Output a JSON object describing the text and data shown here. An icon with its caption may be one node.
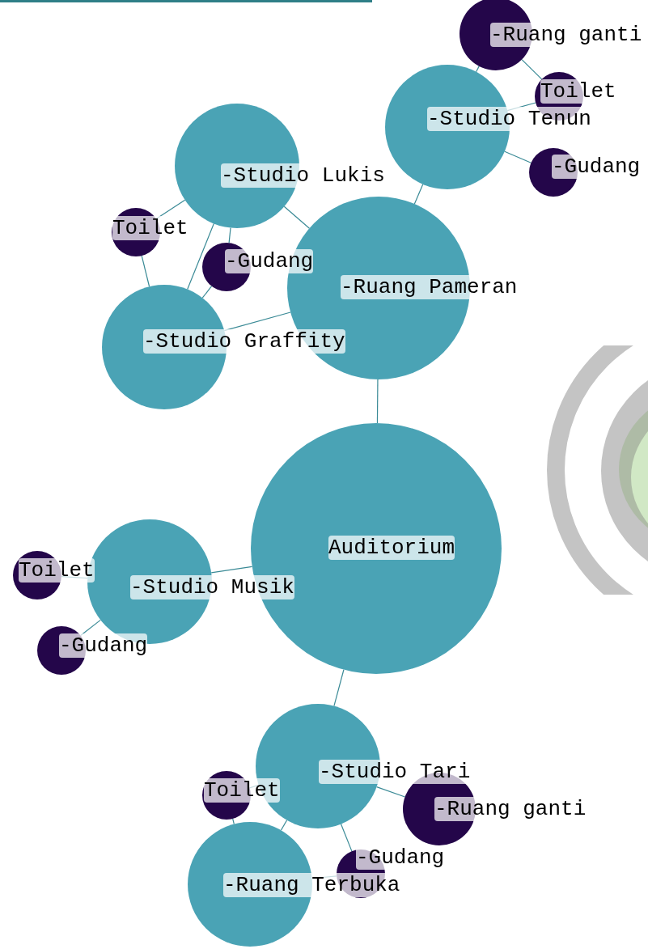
{
  "diagram": {
    "nodes": [
      {
        "text": [
          "Auditorium"
        ]
      },
      {
        "text": [
          "-Ruang Pameran"
        ]
      },
      {
        "text": [
          "-Studio Tenun"
        ]
      },
      {
        "text": [
          "-Ruang ganti"
        ]
      },
      {
        "text": [
          "Toilet"
        ]
      },
      {
        "text": [
          "-Gudang"
        ]
      },
      {
        "text": [
          "-Studio Lukis"
        ]
      },
      {
        "text": [
          "Toilet"
        ]
      },
      {
        "text": [
          "-Gudang"
        ]
      },
      {
        "text": [
          "-Studio Graffity"
        ]
      },
      {
        "text": [
          "-Studio Musik"
        ]
      },
      {
        "text": [
          "Toilet"
        ]
      },
      {
        "text": [
          "-Gudang"
        ]
      },
      {
        "text": [
          "-Studio Tari"
        ]
      },
      {
        "text": [
          "Toilet"
        ]
      },
      {
        "text": [
          "-Ruang ganti"
        ]
      },
      {
        "text": [
          "-Gudang"
        ]
      },
      {
        "text": [
          "-Ruang Terbuka"
        ]
      }
    ],
    "edges": [
      {
        "from": 0,
        "to": 1,
        "arrow": "none"
      },
      {
        "from": 1,
        "to": 2,
        "arrow": "none"
      },
      {
        "from": 2,
        "to": 3,
        "arrow": "none"
      },
      {
        "from": 3,
        "to": 4,
        "arrow": "none"
      },
      {
        "from": 4,
        "to": 2,
        "arrow": "none"
      },
      {
        "from": 2,
        "to": 5,
        "arrow": "none"
      },
      {
        "from": 1,
        "to": 6,
        "arrow": "none"
      },
      {
        "from": 6,
        "to": 7,
        "arrow": "none"
      },
      {
        "from": 6,
        "to": 8,
        "arrow": "none"
      },
      {
        "from": 6,
        "to": 9,
        "arrow": "none"
      },
      {
        "from": 7,
        "to": 9,
        "arrow": "none"
      },
      {
        "from": 8,
        "to": 9,
        "arrow": "none"
      },
      {
        "from": 9,
        "to": 1,
        "arrow": "none"
      },
      {
        "from": 0,
        "to": 10,
        "arrow": "none"
      },
      {
        "from": 10,
        "to": 11,
        "arrow": "none"
      },
      {
        "from": 10,
        "to": 12,
        "arrow": "none"
      },
      {
        "from": 0,
        "to": 13,
        "arrow": "none"
      },
      {
        "from": 13,
        "to": 14,
        "arrow": "none"
      },
      {
        "from": 13,
        "to": 15,
        "arrow": "none"
      },
      {
        "from": 13,
        "to": 16,
        "arrow": "none"
      },
      {
        "from": 13,
        "to": 17,
        "arrow": "none"
      },
      {
        "from": 14,
        "to": 17,
        "arrow": "none"
      },
      {
        "from": 17,
        "to": 16,
        "arrow": "none"
      }
    ]
  }
}
